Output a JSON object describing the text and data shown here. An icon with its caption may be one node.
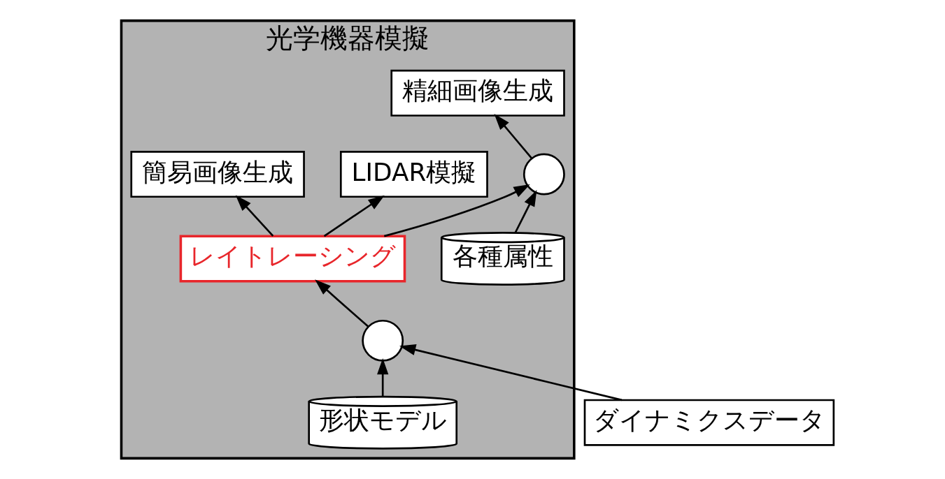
{
  "diagram": {
    "nodes": [
      {
        "text": [
          "光学機器模擬"
        ]
      },
      {
        "text": [
          "精細画像生成"
        ],
        "in": 0
      },
      {
        "text": [
          "簡易画像生成"
        ],
        "in": 0
      },
      {
        "text": [
          "LIDAR模擬"
        ],
        "in": 0
      },
      {
        "text": [],
        "shape": "circle",
        "in": 0
      },
      {
        "text": [
          "レイトレーシング"
        ],
        "in": 0
      },
      {
        "text": [
          "各種属性"
        ],
        "in": 0
      },
      {
        "text": [],
        "shape": "circle",
        "in": 0
      },
      {
        "text": [
          "形状モデル"
        ],
        "in": 0
      },
      {
        "text": [
          "ダイナミクスデータ"
        ]
      }
    ],
    "edges": [
      {
        "from": 4,
        "to": 1,
        "arrow": "to"
      },
      {
        "from": 5,
        "to": 4,
        "arrow": "to"
      },
      {
        "from": 5,
        "to": 2,
        "arrow": "to"
      },
      {
        "from": 5,
        "to": 3,
        "arrow": "to"
      },
      {
        "from": 6,
        "to": 4,
        "arrow": "to"
      },
      {
        "from": 7,
        "to": 5,
        "arrow": "to"
      },
      {
        "from": 8,
        "to": 7,
        "arrow": "to"
      },
      {
        "from": 9,
        "to": 7,
        "arrow": "to"
      }
    ]
  }
}
